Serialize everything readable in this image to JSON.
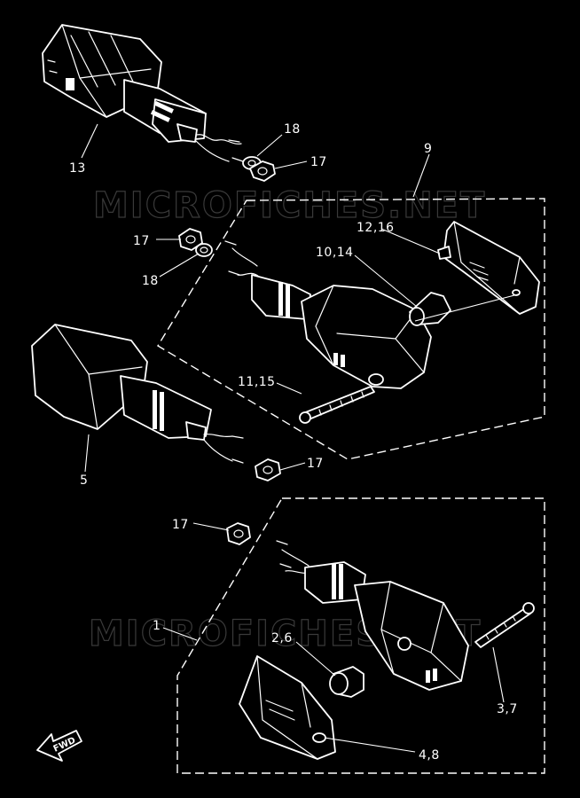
{
  "watermark": "MICROFICHES.NET",
  "direction_label": "FWD",
  "callouts": [
    {
      "id": "13",
      "text": "13"
    },
    {
      "id": "18a",
      "text": "18"
    },
    {
      "id": "17a",
      "text": "17"
    },
    {
      "id": "9",
      "text": "9"
    },
    {
      "id": "17b",
      "text": "17"
    },
    {
      "id": "12_16",
      "text": "12,16"
    },
    {
      "id": "10_14",
      "text": "10,14"
    },
    {
      "id": "18b",
      "text": "18"
    },
    {
      "id": "11_15",
      "text": "11,15"
    },
    {
      "id": "5",
      "text": "5"
    },
    {
      "id": "17c",
      "text": "17"
    },
    {
      "id": "17d",
      "text": "17"
    },
    {
      "id": "1",
      "text": "1"
    },
    {
      "id": "2_6",
      "text": "2,6"
    },
    {
      "id": "3_7",
      "text": "3,7"
    },
    {
      "id": "4_8",
      "text": "4,8"
    }
  ]
}
